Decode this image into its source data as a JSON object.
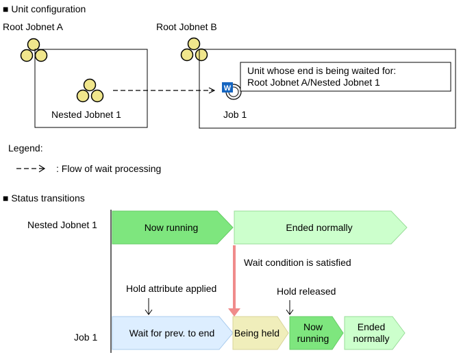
{
  "sections": {
    "unit_configuration": "■ Unit configuration",
    "status_transitions": "■ Status transitions"
  },
  "units": {
    "root_jobnet_a": "Root Jobnet A",
    "root_jobnet_b": "Root Jobnet B",
    "nested_jobnet": "Nested Jobnet 1",
    "job": "Job 1",
    "job_badge": "W"
  },
  "callout": {
    "line1": "Unit whose end is being waited for:",
    "line2": "Root Jobnet A/Nested Jobnet 1"
  },
  "legend": {
    "title": "Legend:",
    "arrow_text": "- - ->",
    "description": ": Flow of wait processing"
  },
  "rows": {
    "nested": "Nested Jobnet 1",
    "job": "Job 1"
  },
  "statuses": {
    "nested_running": "Now running",
    "nested_ended": "Ended normally",
    "job_wait": "Wait for prev. to end",
    "job_held": "Being held",
    "job_running_1": "Now",
    "job_running_2": "running",
    "job_ended_1": "Ended",
    "job_ended_2": "normally"
  },
  "annotations": {
    "wait_satisfied": "Wait condition is satisfied",
    "hold_applied": "Hold attribute applied",
    "hold_released": "Hold released"
  },
  "colors": {
    "running": "#7ee67e",
    "ended": "#ccffcc",
    "waiting": "#ddeeff",
    "held": "#f0eebb",
    "satisfied_arrow": "#f08b8b",
    "badge": "#1565c0"
  }
}
